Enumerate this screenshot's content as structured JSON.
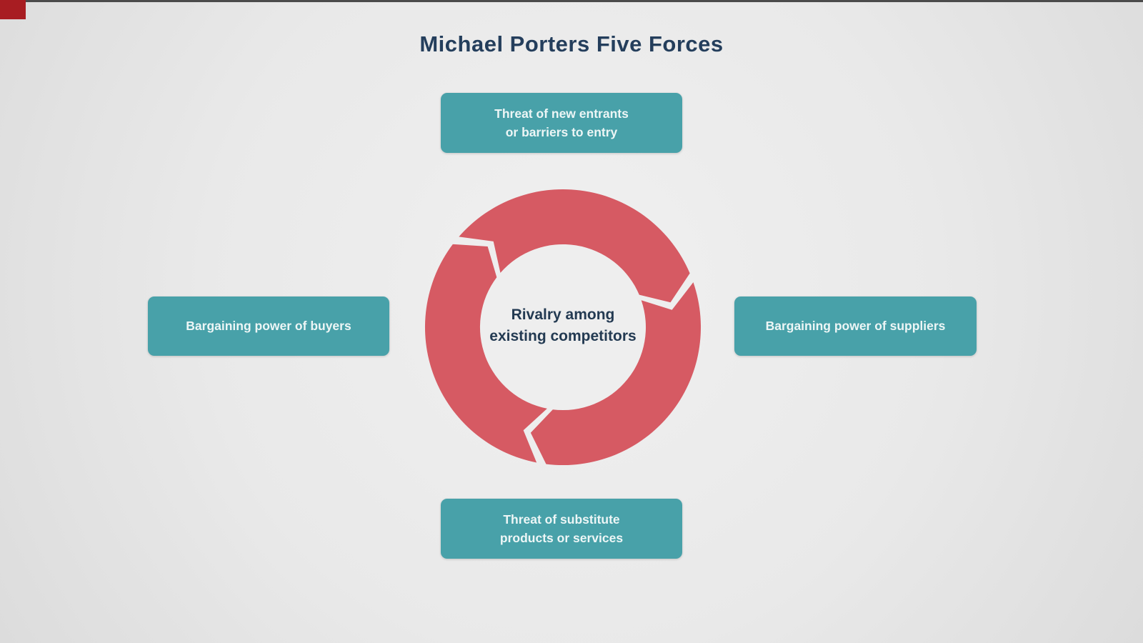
{
  "title": "Michael Porters Five Forces",
  "diagram": {
    "center": {
      "lines": [
        "Rivalry among",
        "existing competitors"
      ]
    },
    "boxes": [
      {
        "id": "top",
        "lines": [
          "Threat of new entrants",
          "or barriers to entry"
        ]
      },
      {
        "id": "left",
        "lines": [
          "Bargaining power of buyers"
        ]
      },
      {
        "id": "right",
        "lines": [
          "Bargaining power of suppliers"
        ]
      },
      {
        "id": "bottom",
        "lines": [
          "Threat of substitute",
          "products or services"
        ]
      }
    ],
    "cycle_icon": "circular-arrows-icon"
  },
  "colors": {
    "background": "#e9e9e9",
    "box_teal": "#48a1a9",
    "cycle_red": "#d65a63",
    "title_navy": "#243e5c",
    "box_text": "#edf6f6",
    "corner_mark_red": "#a81d22",
    "top_line_gray": "#4b4b4b"
  }
}
